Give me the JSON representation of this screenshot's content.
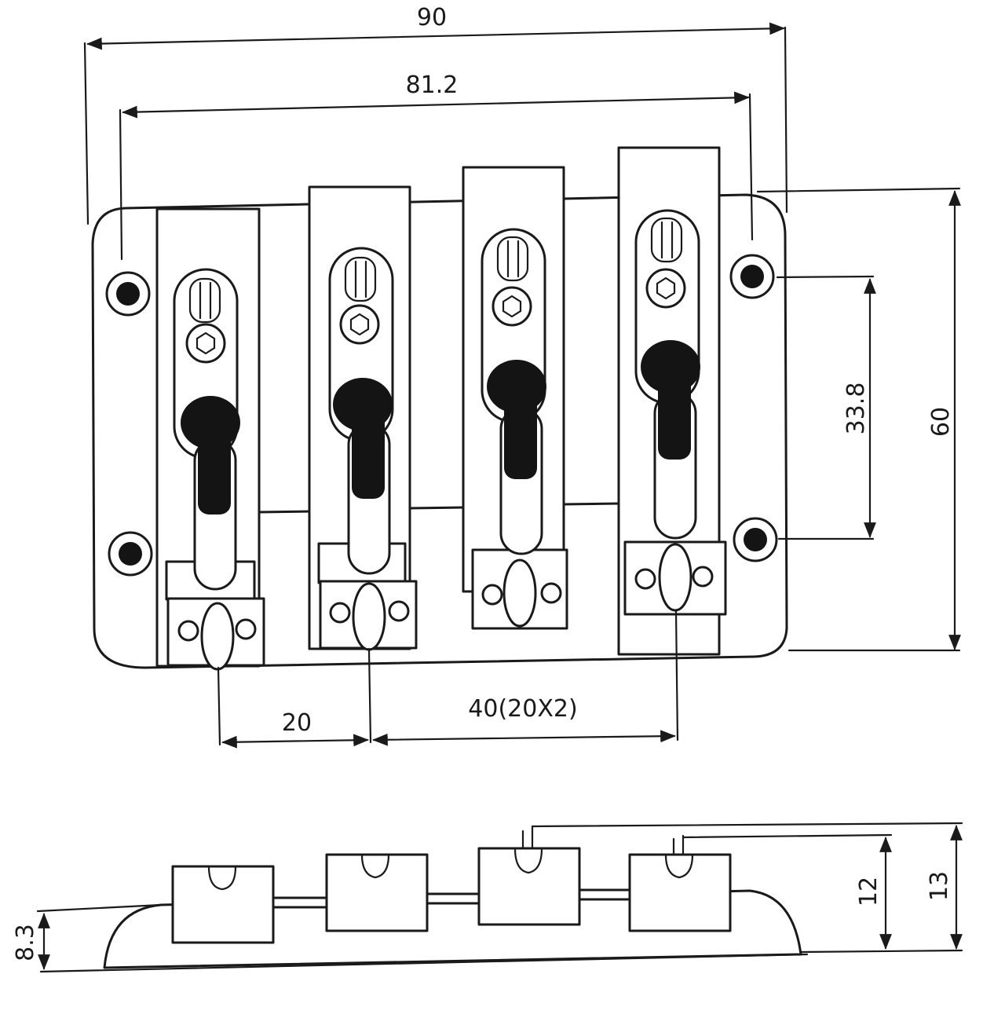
{
  "diagram": {
    "top_view": {
      "dimensions": {
        "overall_width": "90",
        "mounting_hole_span": "81.2",
        "overall_height": "60",
        "mounting_hole_spacing": "33.8",
        "string_spacing_single": "20",
        "string_spacing_multi": "40(20X2)"
      },
      "saddle_count": 4
    },
    "side_view": {
      "dimensions": {
        "base_height": "8.3",
        "saddle_height_low": "12",
        "saddle_height_high": "13"
      }
    },
    "colors": {
      "line": "#1a1a1a",
      "background": "#ffffff"
    }
  }
}
